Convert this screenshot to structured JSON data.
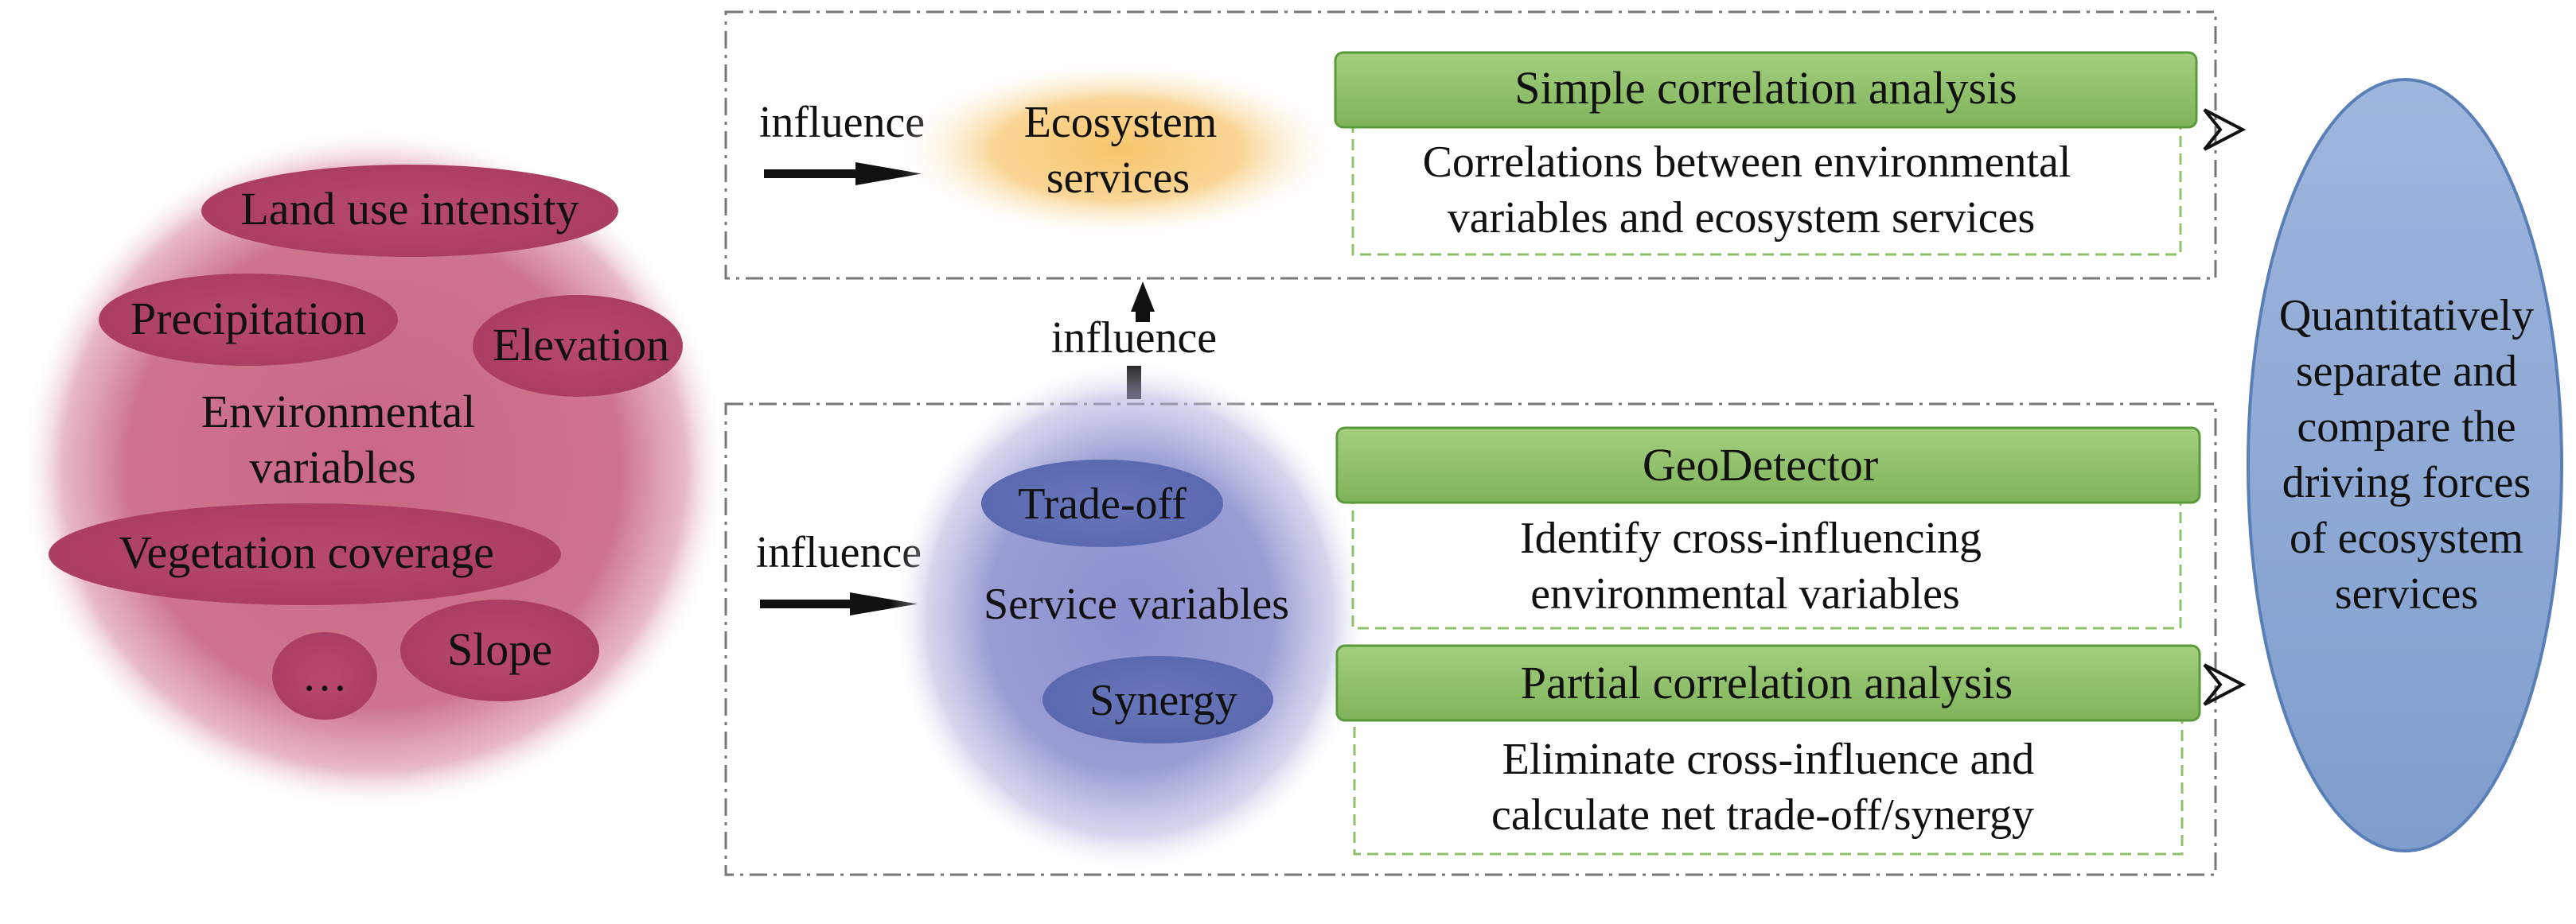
{
  "environment": {
    "title_line1": "Environmental",
    "title_line2": "variables",
    "items": {
      "land_use": "Land use intensity",
      "precipitation": "Precipitation",
      "elevation": "Elevation",
      "vegetation": "Vegetation coverage",
      "slope": "Slope",
      "more": "…"
    }
  },
  "arrows": {
    "influence_top": "influence",
    "influence_mid": "influence",
    "influence_bottom": "influence"
  },
  "ecosystem": {
    "line1": "Ecosystem",
    "line2": "services"
  },
  "service_vars": {
    "label": "Service variables",
    "tradeoff": "Trade-off",
    "synergy": "Synergy"
  },
  "methods": {
    "simple": {
      "title": "Simple correlation analysis",
      "desc_line1": "Correlations between environmental",
      "desc_line2": "variables and ecosystem services"
    },
    "geodetector": {
      "title": "GeoDetector",
      "desc_line1": "Identify cross-influencing",
      "desc_line2": "environmental variables"
    },
    "partial": {
      "title": "Partial correlation analysis",
      "desc_line1": "Eliminate cross-influence and",
      "desc_line2": "calculate net trade-off/synergy"
    }
  },
  "conclusion": {
    "line1": "Quantitatively",
    "line2": "separate and",
    "line3": "compare the",
    "line4": "driving forces",
    "line5": "of ecosystem",
    "line6": "services"
  },
  "colors": {
    "env_blob": "#c14a6e",
    "env_item": "#b23d63",
    "eco_glow": "#f6b93b",
    "service_glow": "#5b5fb0",
    "service_item": "#4e5ea8",
    "method_fill": "#8fc06a",
    "method_stroke": "#5a9a3a",
    "desc_border": "#8fc06a",
    "conclusion_fill": "#8aa6d4",
    "conclusion_stroke": "#5a7fb8"
  }
}
